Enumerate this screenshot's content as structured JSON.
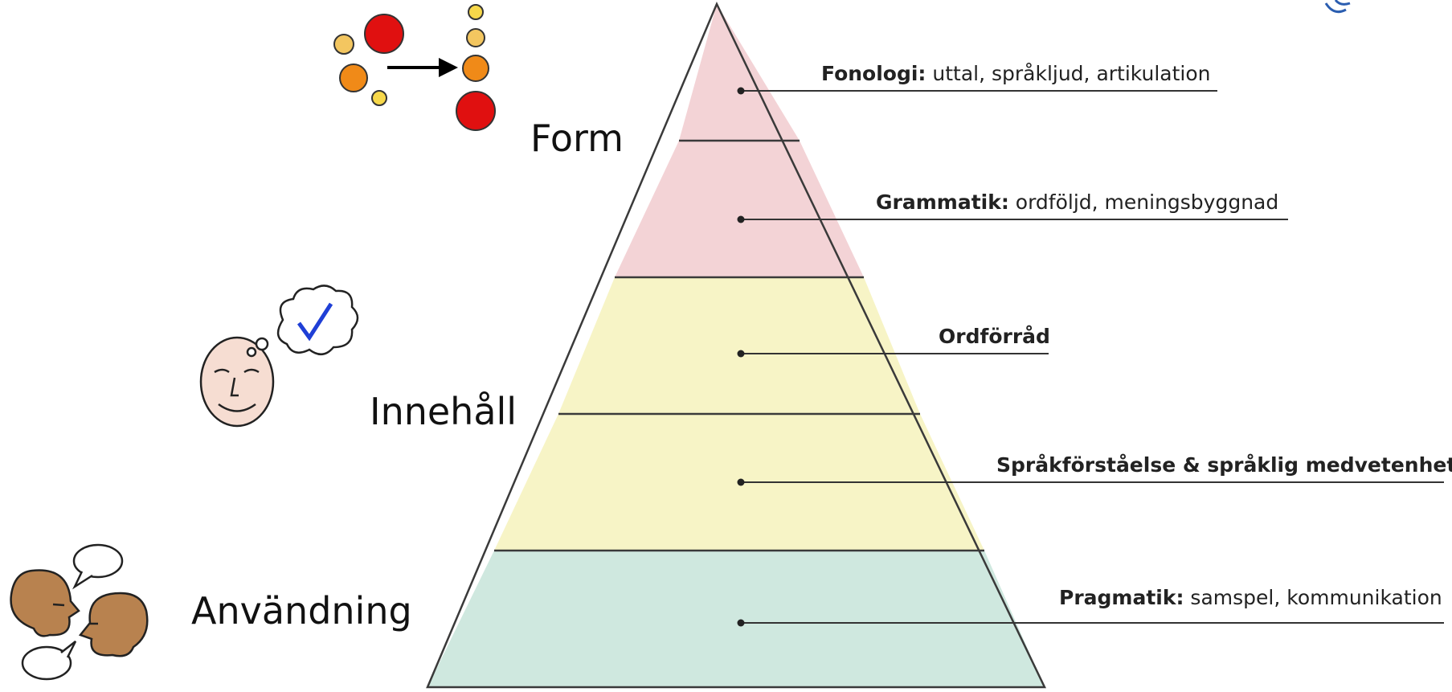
{
  "categories": {
    "form": "Form",
    "content": "Innehåll",
    "use": "Användning"
  },
  "levels": [
    {
      "id": "fonologi",
      "bold": "Fonologi:",
      "text": " uttal, språkljud, artikulation",
      "color": "#f3d3d6"
    },
    {
      "id": "grammatik",
      "bold": "Grammatik:",
      "text": " ordföljd, meningsbyggnad",
      "color": "#f3d3d6"
    },
    {
      "id": "ordforrad",
      "bold": "Ordförråd",
      "text": "",
      "color": "#f7f4c6"
    },
    {
      "id": "sprakforstaelse",
      "bold": "Språkförståelse & språklig medvetenhet",
      "text": "",
      "color": "#f7f4c6"
    },
    {
      "id": "pragmatik",
      "bold": "Pragmatik:",
      "text": " samspel, kommunikation",
      "color": "#cfe8df"
    }
  ],
  "icons": [
    "sound-sequence-icon",
    "thinking-face-icon",
    "conversation-icon"
  ]
}
